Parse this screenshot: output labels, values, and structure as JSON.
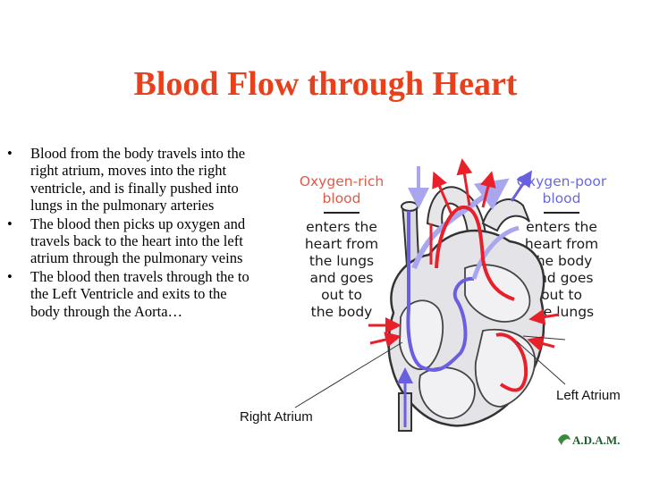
{
  "slide": {
    "title": "Blood Flow through Heart",
    "bullets": [
      {
        "marker": "•",
        "lines": [
          "Blood from the body travels into the",
          "right atrium, moves into the right",
          "ventricle, and is finally pushed into",
          "lungs in the pulmonary arteries"
        ]
      },
      {
        "marker": "•",
        "lines": [
          "The blood then picks up oxygen and",
          "travels back to the heart into the left",
          "atrium through the pulmonary veins"
        ]
      },
      {
        "marker": "•",
        "lines": [
          "The blood then travels through the to",
          "the Left Ventricle and exits to the",
          "body through the Aorta…"
        ]
      }
    ]
  },
  "diagram": {
    "left_caption": {
      "heading_lines": [
        "Oxygen-rich",
        "blood"
      ],
      "body_lines": [
        "enters the",
        "heart from",
        "the lungs",
        "and goes",
        "out to",
        "the body"
      ]
    },
    "right_caption": {
      "heading_lines": [
        "Oxygen-poor",
        "blood"
      ],
      "body_lines": [
        "enters the",
        "heart from",
        "the body",
        "and goes",
        "out to",
        "the lungs"
      ]
    },
    "labels": {
      "left_atrium": "Left Atrium",
      "right_atrium": "Right Atrium"
    },
    "logo": "A.D.A.M.",
    "colors": {
      "oxygen_rich": "#e8202a",
      "oxygen_poor": "#6a5fe0",
      "heading_red": "#e05a4a",
      "heading_blue": "#6a6ae0",
      "title": "#e8401c"
    }
  }
}
